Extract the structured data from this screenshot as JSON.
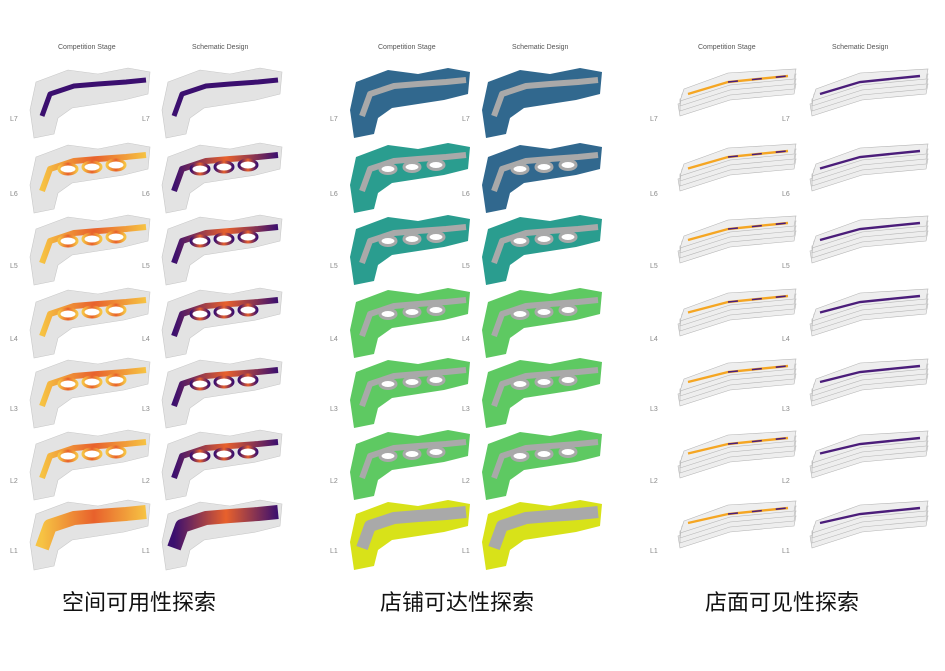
{
  "panels": [
    {
      "id": "space-usability",
      "stage_labels": [
        "Competition Stage",
        "Schematic Design"
      ],
      "levels": [
        "L7",
        "L6",
        "L5",
        "L4",
        "L3",
        "L2",
        "L1"
      ],
      "caption": "空间可用性探索",
      "style": "heat",
      "colors": {
        "light": "#f6c343",
        "mid": "#e8612c",
        "dark": "#3b0f6f",
        "plate": "#e3e3e3"
      }
    },
    {
      "id": "shop-accessibility",
      "stage_labels": [
        "Competition Stage",
        "Schematic Design"
      ],
      "levels": [
        "L7",
        "L6",
        "L5",
        "L4",
        "L3",
        "L2",
        "L1"
      ],
      "caption": "店铺可达性探索",
      "style": "viridis",
      "colors": {
        "teal": "#2a9d8f",
        "green": "#5ec962",
        "yellow": "#d8e219",
        "blue": "#31688e",
        "path": "#a9a9a9"
      }
    },
    {
      "id": "shop-visibility",
      "stage_labels": [
        "Competition Stage",
        "Schematic Design"
      ],
      "levels": [
        "L7",
        "L6",
        "L5",
        "L4",
        "L3",
        "L2",
        "L1"
      ],
      "caption": "店面可见性探索",
      "style": "axon",
      "colors": {
        "orange": "#f5a623",
        "purple": "#4b1d7a",
        "block": "#eeeeee",
        "edge": "#b5b5b5"
      }
    }
  ]
}
